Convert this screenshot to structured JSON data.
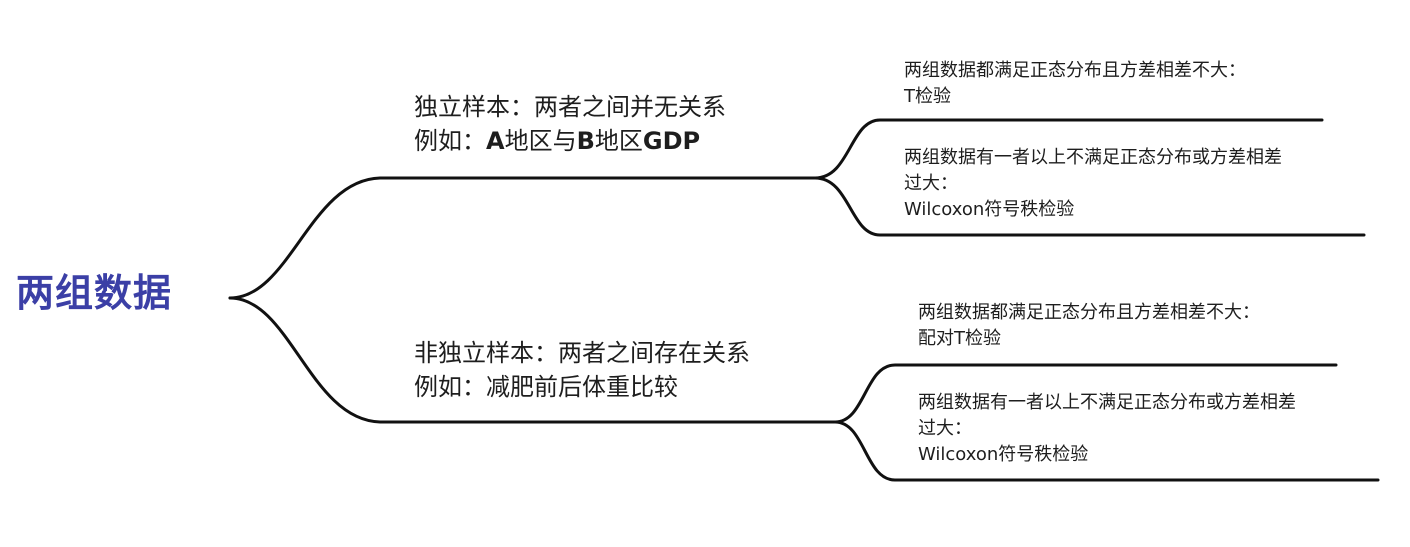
{
  "root": {
    "title": "两组数据"
  },
  "branches": [
    {
      "line1": "独立样本：两者之间并无关系",
      "line2_prefix": "例如：",
      "line2_a": "A",
      "line2_mid1": "地区与",
      "line2_b": "B",
      "line2_mid2": "地区",
      "line2_gdp": "GDP",
      "leaves": [
        {
          "line1": "两组数据都满足正态分布且方差相差不大：",
          "line2": "T检验"
        },
        {
          "line1": "两组数据有一者以上不满足正态分布或方差相差",
          "line2": "过大：",
          "line3": "Wilcoxon符号秩检验"
        }
      ]
    },
    {
      "line1": "非独立样本：两者之间存在关系",
      "line2": "例如：减肥前后体重比较",
      "leaves": [
        {
          "line1": "两组数据都满足正态分布且方差相差不大：",
          "line2": "配对T检验"
        },
        {
          "line1": "两组数据有一者以上不满足正态分布或方差相差",
          "line2": "过大：",
          "line3": "Wilcoxon符号秩检验"
        }
      ]
    }
  ],
  "colors": {
    "root": "#3b3fa6",
    "connector": "#111111",
    "text": "#1e1e1e"
  }
}
